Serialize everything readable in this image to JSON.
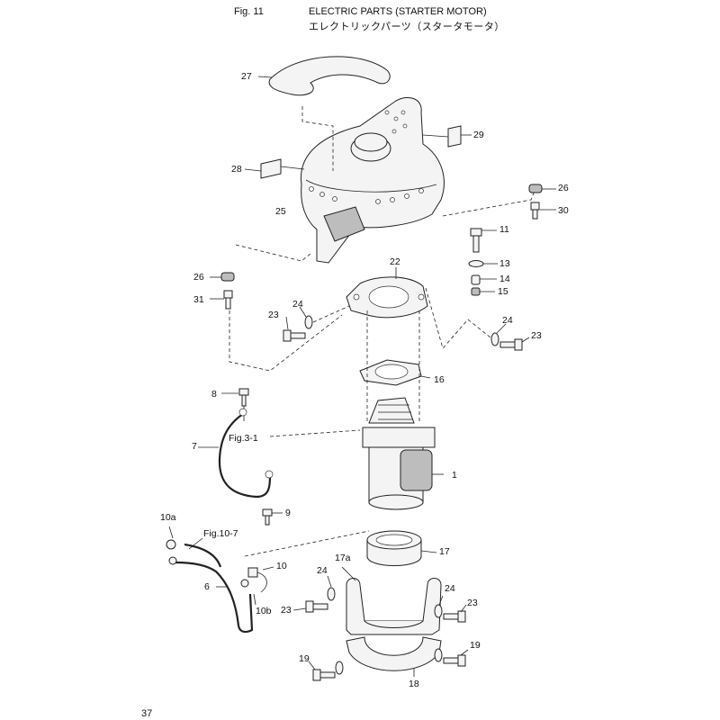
{
  "header": {
    "fig_number": "Fig. 11",
    "title": "ELECTRIC PARTS (STARTER MOTOR)",
    "subtitle_jp": "エレクトリックパーツ（スタータモータ）"
  },
  "footer": {
    "page_number": "37"
  },
  "callouts": {
    "p27": "27",
    "p29": "29",
    "p28": "28",
    "p25": "25",
    "p26a": "26",
    "p30": "30",
    "p11": "11",
    "p13": "13",
    "p14": "14",
    "p15": "15",
    "p26b": "26",
    "p31": "31",
    "p22": "22",
    "p24a": "24",
    "p23a": "23",
    "p24b": "24",
    "p23b": "23",
    "p16": "16",
    "p8": "8",
    "fig31": "Fig.3-1",
    "p7": "7",
    "p1": "1",
    "p9": "9",
    "p10a": "10a",
    "fig107": "Fig.10-7",
    "p17": "17",
    "p17a": "17a",
    "p10": "10",
    "p24c": "24",
    "p24d": "24",
    "p6": "6",
    "p23c": "23",
    "p23d": "23",
    "p10b": "10b",
    "p19a": "19",
    "p19b": "19",
    "p18": "18"
  }
}
